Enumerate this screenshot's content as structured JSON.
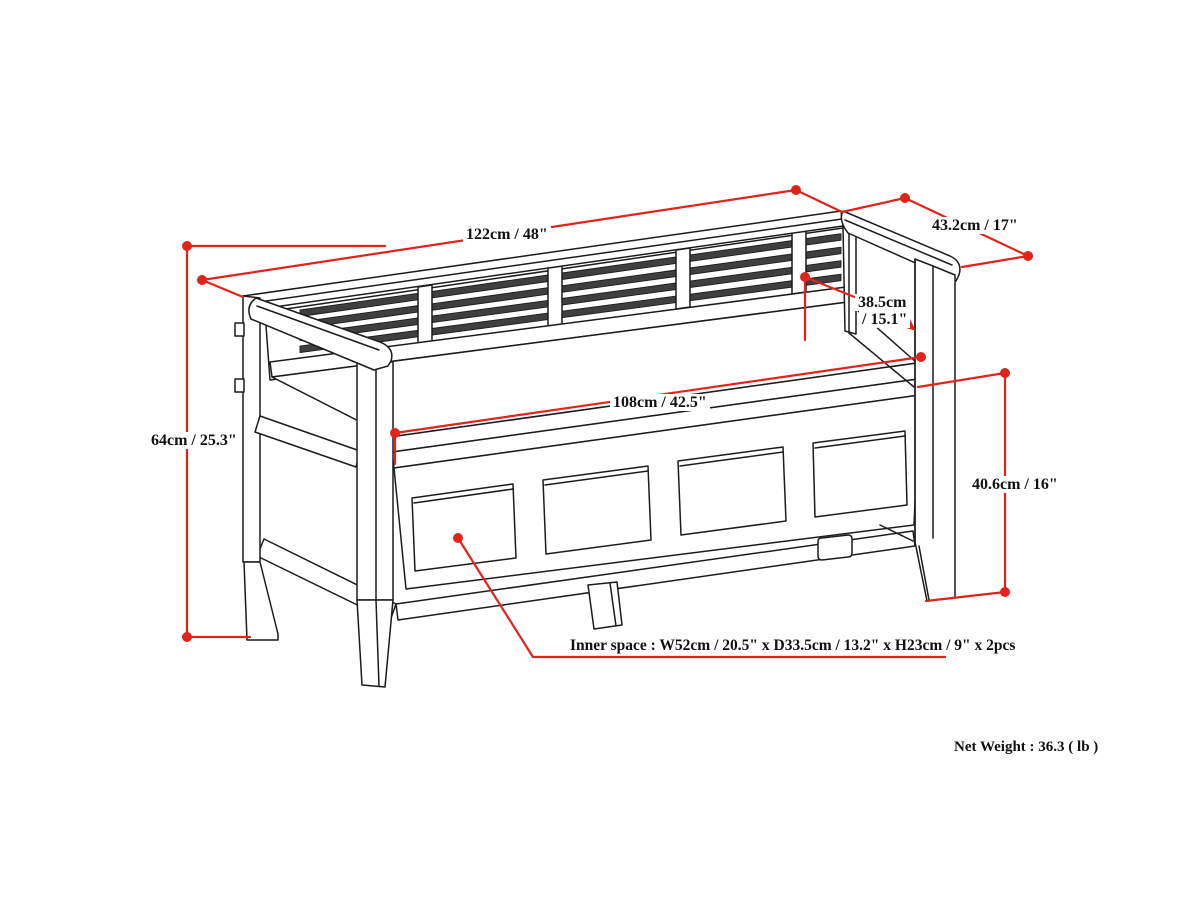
{
  "annotations": {
    "overall_width": "122cm / 48\"",
    "overall_depth": "43.2cm / 17\"",
    "arm_height_line1": "38.5cm",
    "arm_height_line2": "/ 15.1\"",
    "overall_height": "64cm / 25.3\"",
    "seat_width": "108cm / 42.5\"",
    "seat_height": "40.6cm / 16\"",
    "inner_space": "Inner space : W52cm / 20.5\" x D33.5cm / 13.2\" x H23cm / 9\" x 2pcs",
    "net_weight": "Net Weight : 36.3 ( lb )"
  },
  "colors": {
    "dimension_red": "#e2231a",
    "drawing_black": "#1c1c1c",
    "slat_shade": "#3f3f3f",
    "background": "#ffffff"
  }
}
